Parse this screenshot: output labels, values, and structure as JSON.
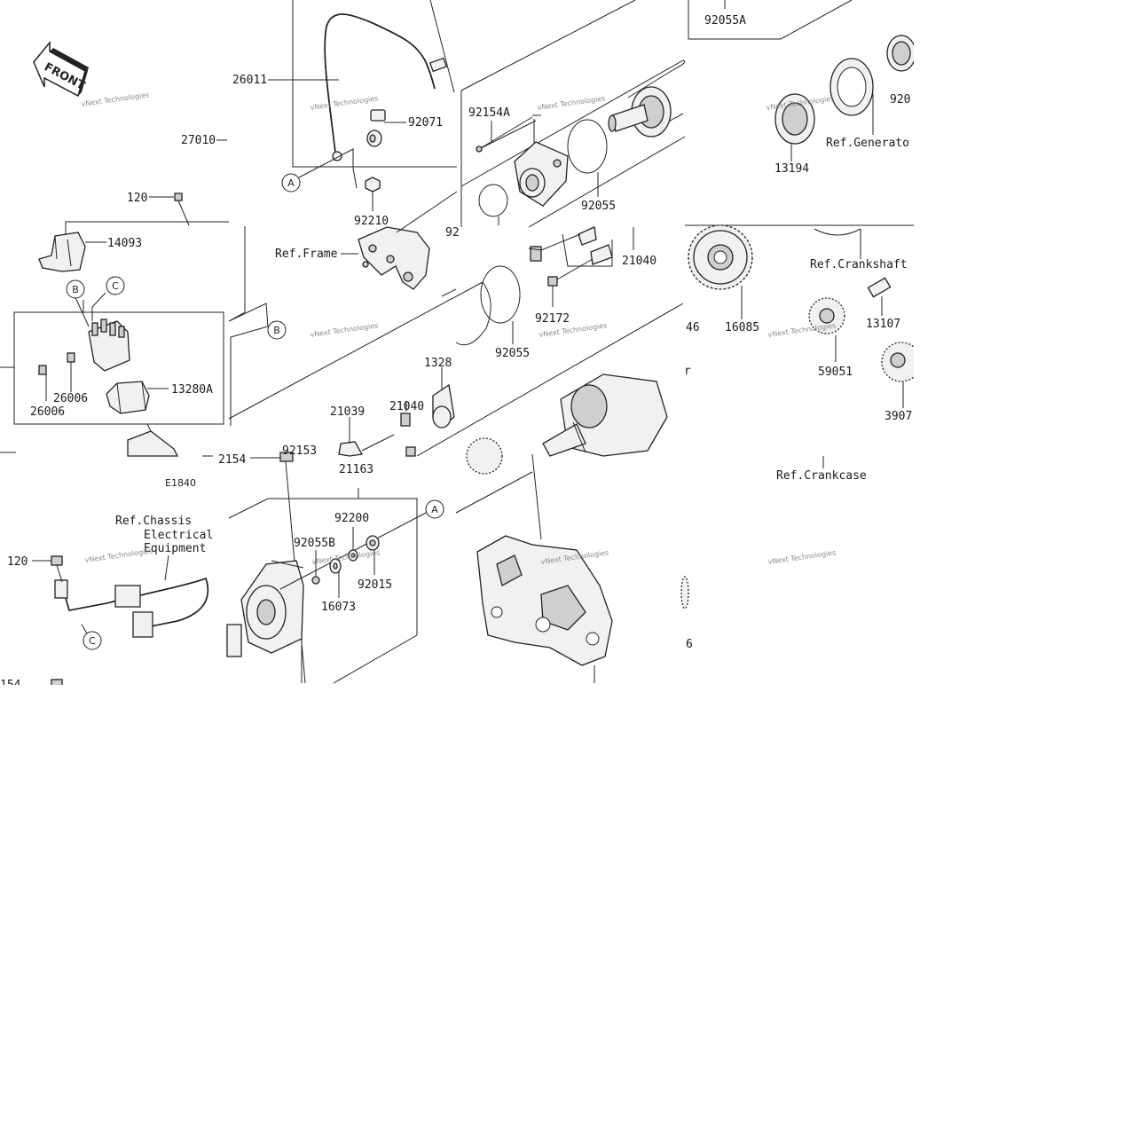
{
  "front_arrow": "FRONT",
  "watermark": "vNext Technologies",
  "diagram_code": "E1840",
  "parts": {
    "p92055A": "92055A",
    "p26011": "26011",
    "p92071": "92071",
    "p27010": "27010",
    "p120_top": "120",
    "p14093": "14093",
    "p92210": "92210",
    "p92_frag": "92",
    "p92154A": "92154A",
    "p92055_top": "92055",
    "p21040_top": "21040",
    "p92172": "92172",
    "p92055_mid": "92055",
    "p920_frag": "920",
    "p13194": "13194",
    "p16085": "16085",
    "p46_frag": "46",
    "p13107": "13107",
    "p59051": "59051",
    "p3907_frag": "3907",
    "p13280A": "13280A",
    "p26006_a": "26006",
    "p26006_b": "26006",
    "p13280_frag": "1328",
    "p21039": "21039",
    "p21040_mid": "21040",
    "p2154_frag": "2154",
    "p92153": "92153",
    "p21163": "21163",
    "p92200": "92200",
    "p92055B": "92055B",
    "p92015": "92015",
    "p16073": "16073",
    "p120_bot": "120",
    "p6_frag": "6",
    "p154_frag": "154"
  },
  "refs": {
    "generator": "Ref.Generato",
    "crankshaft": "Ref.Crankshaft",
    "frame": "Ref.Frame",
    "crankcase": "Ref.Crankcase",
    "chassis_1": "Ref.Chassis",
    "chassis_2": "Electrical",
    "chassis_3": "Equipment",
    "r_frag": "r"
  },
  "callouts": {
    "a1": "A",
    "a2": "A",
    "b1": "B",
    "b2": "B",
    "c1": "C",
    "c2": "C"
  }
}
